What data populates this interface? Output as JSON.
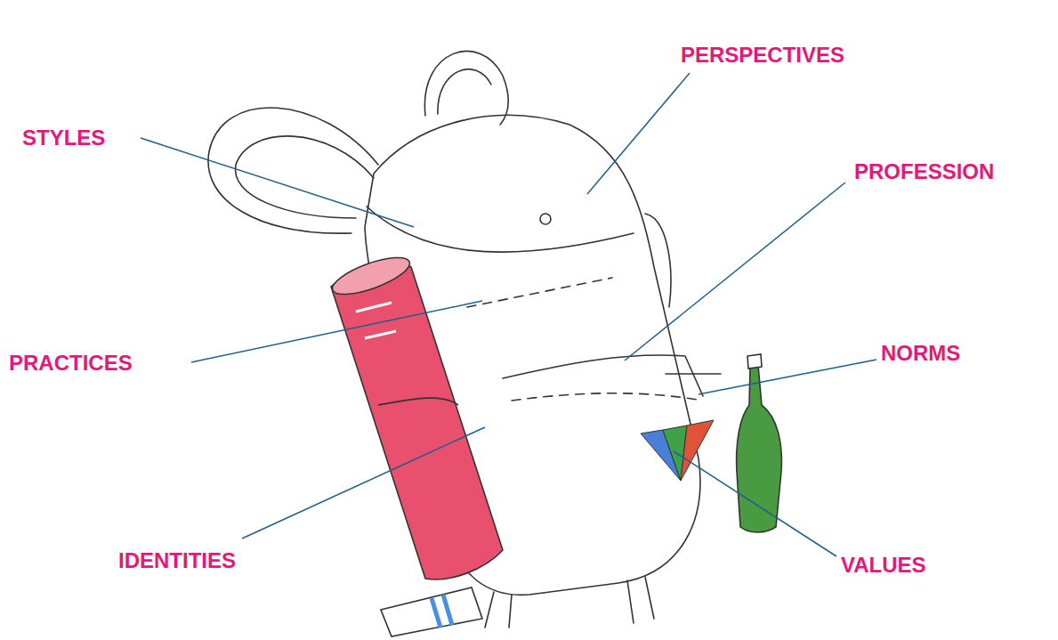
{
  "diagram": {
    "labels": [
      "PERSPECTIVES",
      "STYLES",
      "PROFESSION",
      "PRACTICES",
      "NORMS",
      "IDENTITIES",
      "VALUES"
    ]
  }
}
